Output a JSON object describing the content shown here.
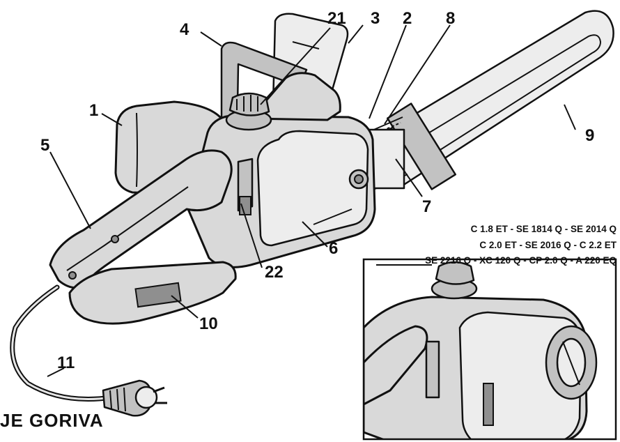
{
  "callouts": {
    "c1": "1",
    "c2": "2",
    "c3": "3",
    "c4": "4",
    "c5": "5",
    "c6": "6",
    "c7": "7",
    "c8": "8",
    "c9": "9",
    "c10": "10",
    "c11": "11",
    "c21": "21",
    "c22": "22"
  },
  "models": {
    "line1": "C 1.8 ET - SE 1814 Q - SE 2014 Q",
    "line2": "C 2.0 ET - SE 2016 Q - C 2.2 ET",
    "line3": "SE 2216 Q - XC 120 Q - CP 2.0 Q - A 220 EQ"
  },
  "footer_text": "JE  GORIVA",
  "colors": {
    "ink": "#111111",
    "shade": "#c2c2c2",
    "housing": "#d9d9d9",
    "background": "#ffffff"
  }
}
